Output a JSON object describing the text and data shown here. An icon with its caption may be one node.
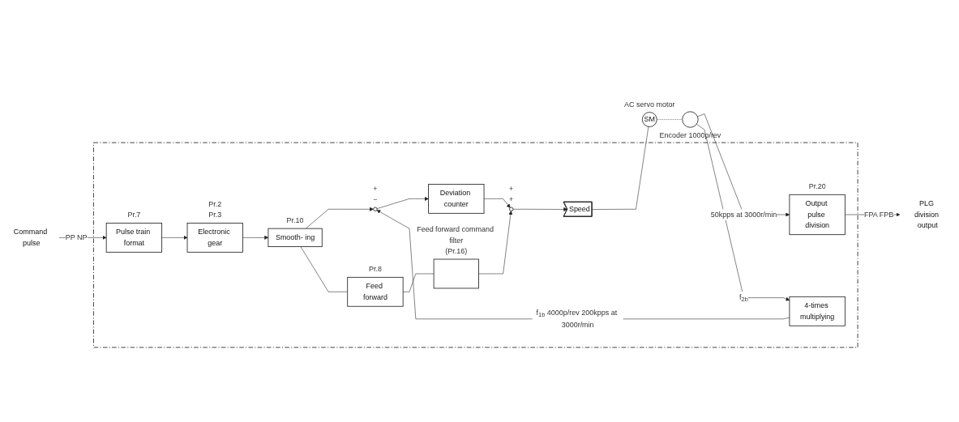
{
  "diagram": {
    "nodes": [
      {
        "text": [],
        "shape": "box"
      },
      {
        "text": [
          "Command pulse"
        ]
      },
      {
        "text": [
          "Pulse train format"
        ],
        "in": 0,
        "beside": [
          "Pr.7"
        ]
      },
      {
        "text": [
          "Electronic gear"
        ],
        "in": 0,
        "beside": [
          "Pr.2",
          "Pr.3"
        ]
      },
      {
        "text": [
          "Smooth- ing"
        ],
        "in": 0,
        "beside": [
          "Pr.10"
        ]
      },
      {
        "text": [
          "Feed forward"
        ],
        "in": 0,
        "beside": [
          "Pr.8"
        ]
      },
      {
        "text": [],
        "shape": "circle",
        "in": 0,
        "beside": [
          "+",
          "−"
        ]
      },
      {
        "text": [
          "Deviation counter"
        ],
        "in": 0
      },
      {
        "text": [],
        "shape": "box",
        "in": 0,
        "beside": [
          "Feed forward command filter",
          "(Pr.16)"
        ]
      },
      {
        "text": [],
        "shape": "circle",
        "in": 0,
        "beside": [
          "+",
          "+"
        ]
      },
      {
        "text": [
          "Speed"
        ],
        "in": 0
      },
      {
        "text": [
          "SM"
        ],
        "beside": [
          "AC servo motor"
        ]
      },
      {
        "text": [
          "4-times multiplying"
        ],
        "in": 0
      },
      {
        "text": [],
        "shape": "circle",
        "beside": [
          "Encoder 1000p/rev"
        ]
      },
      {
        "text": [
          "Output pulse division"
        ],
        "in": 0,
        "beside": [
          "Pr.20"
        ]
      },
      {
        "text": [
          "PLG division output"
        ]
      }
    ],
    "edges": [
      {
        "from": 1,
        "to": 2,
        "arrow": "to",
        "label": "PP NP"
      },
      {
        "from": 2,
        "to": 3,
        "arrow": "to"
      },
      {
        "from": 3,
        "to": 4,
        "arrow": "to"
      },
      {
        "from": 4,
        "to": 6,
        "arrow": "to"
      },
      {
        "from": 4,
        "to": 5,
        "arrow": "none"
      },
      {
        "from": 5,
        "to": 8,
        "arrow": "none"
      },
      {
        "from": 6,
        "to": 7,
        "arrow": "to"
      },
      {
        "from": 7,
        "to": 9,
        "arrow": "to"
      },
      {
        "from": 8,
        "to": 9,
        "arrow": "to"
      },
      {
        "from": 9,
        "to": 10,
        "arrow": "to"
      },
      {
        "from": 10,
        "to": 11,
        "arrow": "none"
      },
      {
        "from": 11,
        "to": 13,
        "arrow": "none",
        "style": "dashed"
      },
      {
        "from": 13,
        "to": 12,
        "arrow": "to",
        "label": "f$_{2b}$"
      },
      {
        "from": 13,
        "to": 14,
        "arrow": "to",
        "label": "50kpps at 3000r/min"
      },
      {
        "from": 12,
        "to": 6,
        "arrow": "to",
        "label": "f$_{1b}$ 4000p/rev 200kpps at 3000r/min"
      },
      {
        "from": 14,
        "to": 15,
        "arrow": "to",
        "label": "FPA FPB"
      }
    ]
  }
}
